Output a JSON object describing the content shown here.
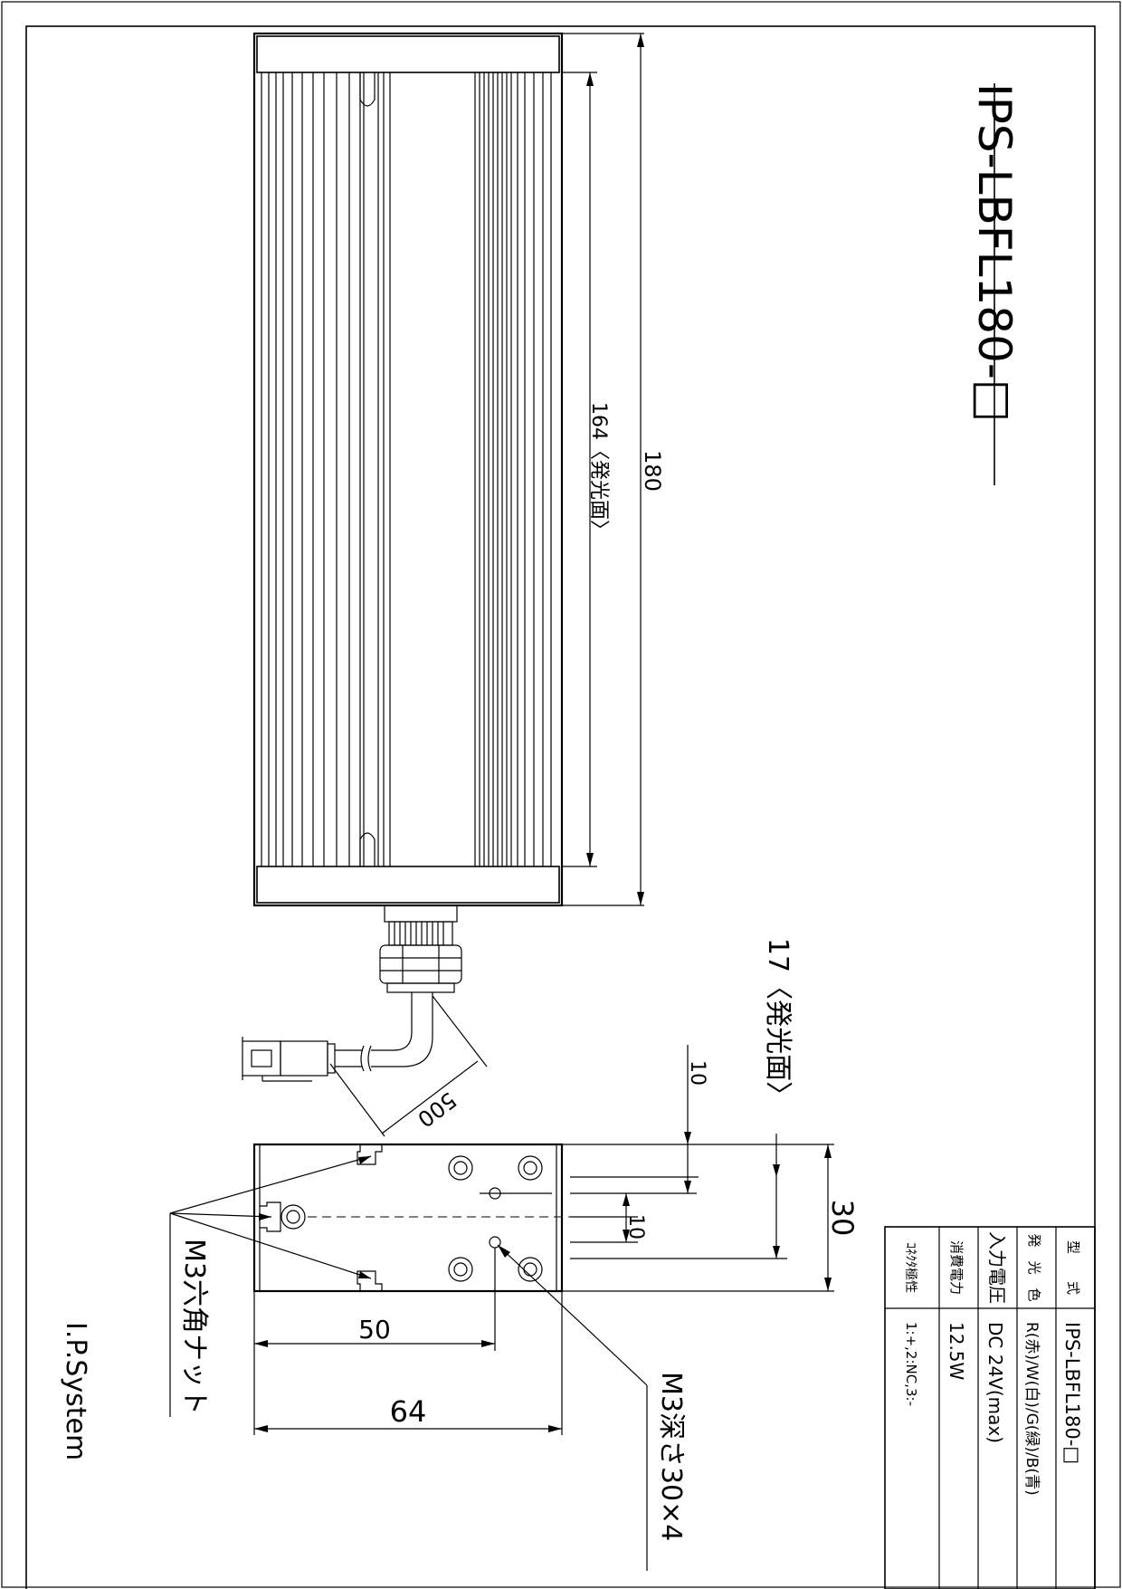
{
  "title": "IPS-LBFL180-□",
  "dimensions": {
    "length_total": "180",
    "emitting_length": "164〈発光面〉",
    "cable_length": "500",
    "emitting_width": "17〈発光面〉",
    "offset_top": "10",
    "offset_mid": "10",
    "height": "30",
    "hole_spacing": "50",
    "width_total": "64"
  },
  "callouts": {
    "hex_nut": "M3六角ナット",
    "tapped_hole": "M3深さ30×4"
  },
  "company": "I.P.System",
  "spec_table": {
    "rows": [
      {
        "label": "型　　式",
        "value": "IPS-LBFL180-□"
      },
      {
        "label": "発　光　色",
        "value": "R(赤)/W(白)/G(緑)/B(青)"
      },
      {
        "label": "入力電圧",
        "value": "DC 24V(max)"
      },
      {
        "label": "消費電力",
        "value": "12.5W"
      },
      {
        "label": "ｺﾈｸﾀ極性",
        "value": "1:+,2:NC,3:-"
      }
    ]
  }
}
